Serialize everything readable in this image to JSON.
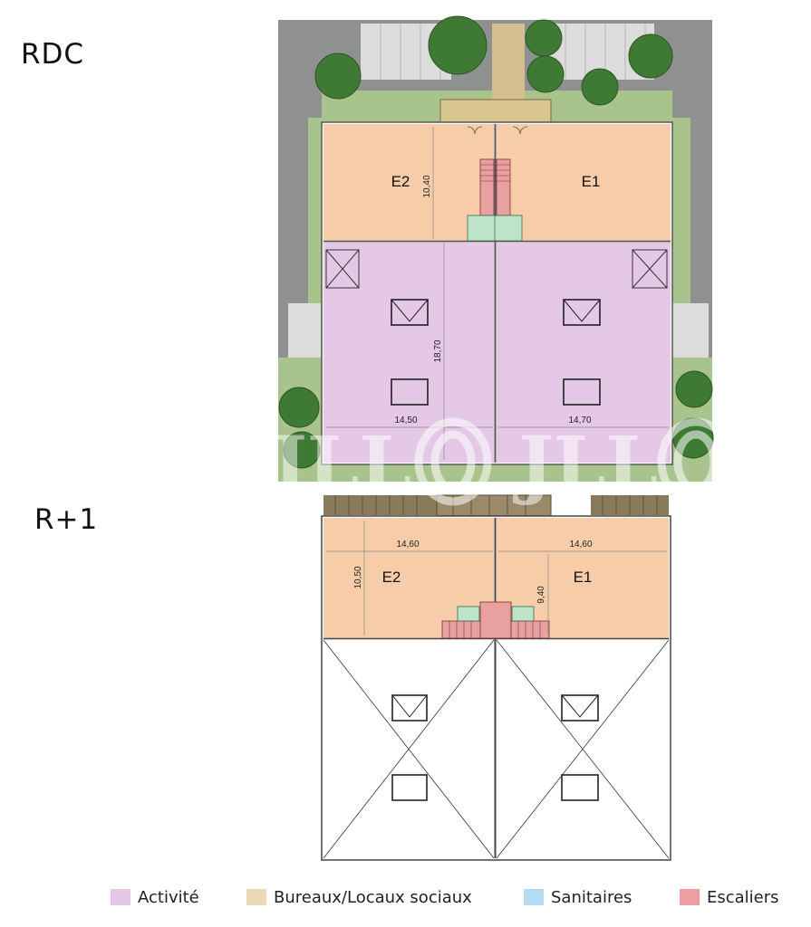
{
  "levels": {
    "ground": {
      "label": "RDC"
    },
    "upper": {
      "label": "R+1"
    }
  },
  "rdc": {
    "units": {
      "left": "E2",
      "right": "E1"
    },
    "dimensions": {
      "office_depth": "10,40",
      "activity_depth": "18,70",
      "left_width": "14,50",
      "right_width": "14,70"
    }
  },
  "r1": {
    "units": {
      "left": "E2",
      "right": "E1"
    },
    "dimensions": {
      "left_width": "14,60",
      "right_width": "14,60",
      "left_depth": "10,50",
      "right_depth": "9,40"
    }
  },
  "legend": [
    {
      "label": "Activité",
      "color": "#e4c8e6"
    },
    {
      "label": "Bureaux/Locaux sociaux",
      "color": "#ead9b5"
    },
    {
      "label": "Sanitaires",
      "color": "#b3dcf2"
    },
    {
      "label": "Escaliers",
      "color": "#ec9fa2"
    }
  ],
  "watermark": {
    "text": "JLL"
  },
  "colors": {
    "activity": "#e4c8e6",
    "office": "#f7cca8",
    "grass": "#a8c48c",
    "road": "#8f9090",
    "stair": "#e8a0a0",
    "wc": "#bde4c8",
    "deck": "#8a7a5c"
  }
}
